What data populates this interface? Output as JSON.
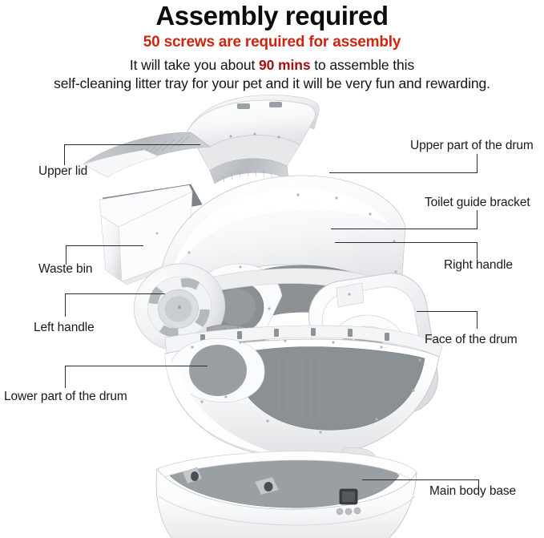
{
  "header": {
    "title": "Assembly required",
    "subtitle": "50 screws are required for assembly",
    "desc_line1_before": "It will take you about ",
    "desc_line1_highlight": "90 mins",
    "desc_line1_after": " to assemble this",
    "desc_line2": "self-cleaning litter tray for your pet and it will be very fun and rewarding."
  },
  "colors": {
    "title": "#0c0c0c",
    "subtitle_red": "#cc2511",
    "highlight_red": "#a11212",
    "body_text": "#141414",
    "leader_line": "#2b2b33",
    "product_white": "#fdfdfd",
    "product_light_gray": "#e9eaec",
    "product_mid_gray": "#b9bcc0",
    "product_dark_gray": "#8d9196",
    "product_shadow_gray": "#6f7478"
  },
  "callouts": {
    "left": [
      {
        "id": "upper-lid",
        "label": "Upper lid"
      },
      {
        "id": "waste-bin",
        "label": "Waste bin"
      },
      {
        "id": "left-handle",
        "label": "Left handle"
      },
      {
        "id": "lower-part-of-the-drum",
        "label": "Lower part of the drum"
      }
    ],
    "right": [
      {
        "id": "upper-part-of-the-drum",
        "label": "Upper part of the drum"
      },
      {
        "id": "toilet-guide-bracket",
        "label": "Toilet guide bracket"
      },
      {
        "id": "right-handle",
        "label": "Right handle"
      },
      {
        "id": "face-of-the-drum",
        "label": "Face of the drum"
      },
      {
        "id": "main-body-base",
        "label": "Main body base"
      }
    ]
  },
  "illustration": {
    "alt": "Exploded view diagram of a self-cleaning cat litter tray showing its separate parts",
    "parts": [
      "upper-lid",
      "waste-bin",
      "upper-part-of-the-drum",
      "toilet-guide-bracket",
      "left-handle",
      "right-handle",
      "face-of-the-drum",
      "lower-part-of-the-drum",
      "main-body-base"
    ],
    "base_display": "display-screen",
    "base_buttons": 3
  }
}
